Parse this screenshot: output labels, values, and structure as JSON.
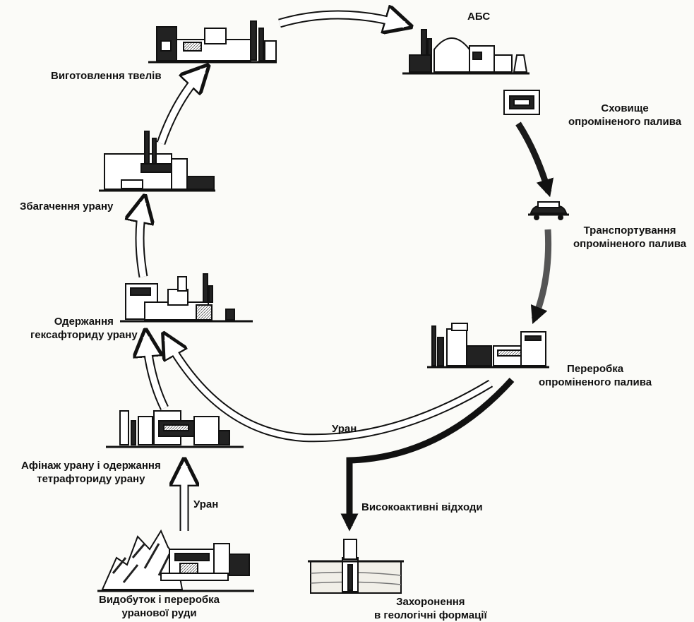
{
  "labels": {
    "npp": "АБС",
    "fuel_fabrication": "Виготовлення твелів",
    "storage": {
      "line1": "Сховище",
      "line2": "опроміненого палива"
    },
    "transport": {
      "line1": "Транспортування",
      "line2": "опроміненого палива"
    },
    "enrichment": "Збагачення урану",
    "hexafluoride": {
      "line1": "Одержання",
      "line2": "гексафториду урану"
    },
    "reprocessing": {
      "line1": "Переробка",
      "line2": "опроміненого палива"
    },
    "uranium_return": "Уран",
    "refining": {
      "line1": "Афінаж урану і одержання",
      "line2": "тетрафториду урану"
    },
    "uranium_up": "Уран",
    "hlw": "Високоактивні відходи",
    "mining": {
      "line1": "Видобуток і переробка",
      "line2": "уранової руди"
    },
    "disposal": {
      "line1": "Захоронення",
      "line2": "в геологічні формації"
    }
  }
}
